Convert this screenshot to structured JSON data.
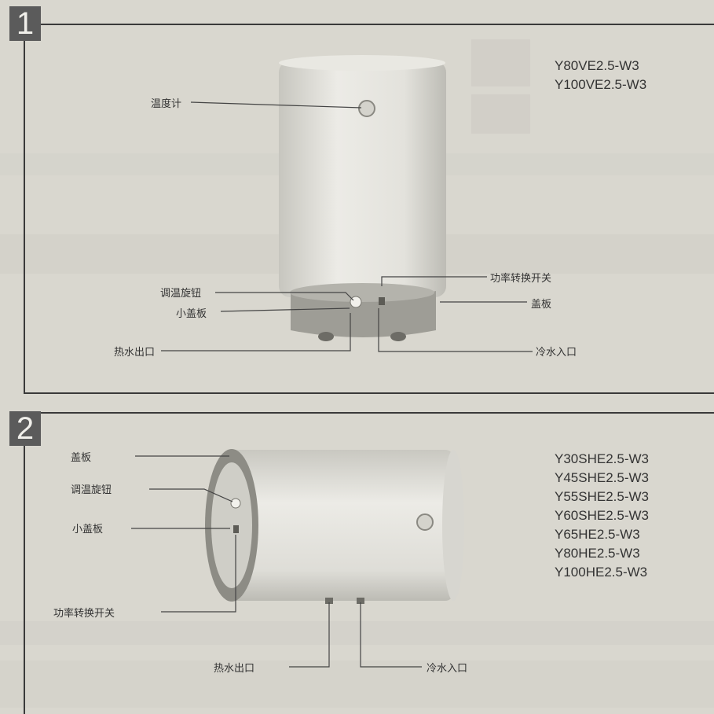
{
  "panel1": {
    "number": "1",
    "models": [
      "Y80VE2.5-W3",
      "Y100VE2.5-W3"
    ],
    "labels": {
      "thermometer": "温度计",
      "temp_knob": "调温旋钮",
      "small_cover": "小盖板",
      "hot_outlet": "热水出口",
      "power_switch": "功率转换开关",
      "cover": "盖板",
      "cold_inlet": "冷水入口"
    }
  },
  "panel2": {
    "number": "2",
    "models": [
      "Y30SHE2.5-W3",
      "Y45SHE2.5-W3",
      "Y55SHE2.5-W3",
      "Y60SHE2.5-W3",
      "Y65HE2.5-W3",
      "Y80HE2.5-W3",
      "Y100HE2.5-W3"
    ],
    "labels": {
      "cover": "盖板",
      "temp_knob": "调温旋钮",
      "small_cover": "小盖板",
      "power_switch": "功率转换开关",
      "hot_outlet": "热水出口",
      "cold_inlet": "冷水入口"
    }
  },
  "colors": {
    "tank_body": "#e6e5e0",
    "tank_shadow": "#b9b8b1",
    "page": "#d9d7cf",
    "badge": "#5b5b5b",
    "line": "#3a3a3a"
  }
}
